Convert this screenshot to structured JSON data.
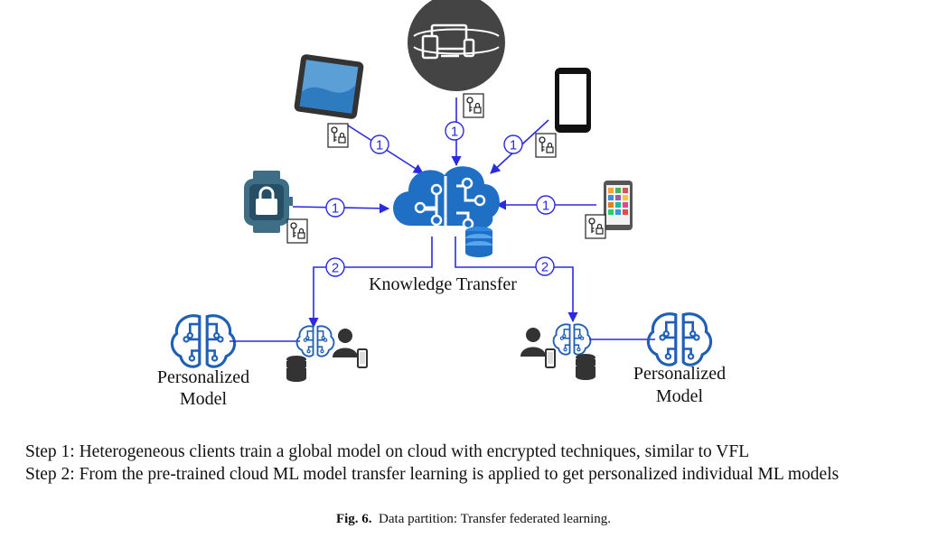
{
  "diagram": {
    "center_label": "Knowledge Transfer",
    "step1_marker": "1",
    "step2_marker": "2",
    "left_model_label_line1": "Personalized",
    "left_model_label_line2": "Model",
    "right_model_label_line1": "Personalized",
    "right_model_label_line2": "Model",
    "colors": {
      "arrow": "#2a2ae0",
      "cloud": "#1f6fc5",
      "device_dark": "#4a4a4a",
      "watch": "#3e6e86"
    },
    "icons": [
      "tablet-icon",
      "multi-device-icon",
      "smartphone-icon",
      "smartwatch-icon",
      "color-phone-icon",
      "key-lock-icon",
      "cloud-brain-icon",
      "database-icon",
      "brain-circuit-icon",
      "person-icon"
    ]
  },
  "steps": {
    "step1": "Step 1: Heterogeneous clients train a global model on cloud with encrypted techniques, similar to VFL",
    "step2": "Step 2: From the pre-trained cloud ML model transfer learning is applied to get personalized individual ML models"
  },
  "caption": {
    "label": "Fig. 6.",
    "text": "Data partition: Transfer federated learning."
  }
}
